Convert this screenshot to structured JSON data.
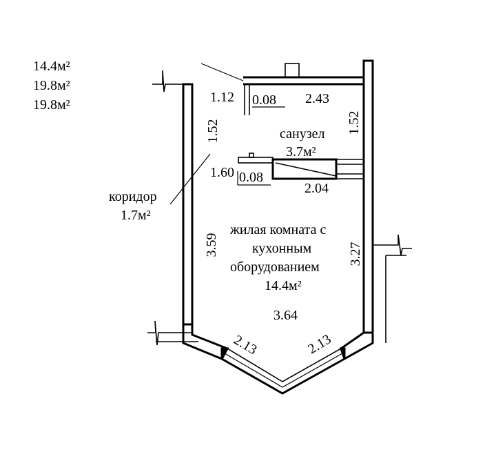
{
  "areas": {
    "living": "14.4м²",
    "total": "19.8м²",
    "total2": "19.8м²"
  },
  "dimensions": {
    "left_top": "1.12",
    "left_mid": "1.52",
    "left_low": "1.60",
    "left_room": "3.59",
    "right_top": "1.52",
    "right_room": "3.27",
    "wall1": "0.08",
    "wall2": "0.08",
    "bath_width": "2.43",
    "kitchen_width": "2.04",
    "room_width": "3.64",
    "bay_left": "2.13",
    "bay_right": "2.13"
  },
  "rooms": {
    "bathroom_name": "санузел",
    "bathroom_area": "3.7м²",
    "corridor_name": "коридор",
    "corridor_area": "1.7м²",
    "living_line1": "жилая комната с",
    "living_line2": "кухонным",
    "living_line3": "оборудованием",
    "living_area": "14.4м²"
  }
}
